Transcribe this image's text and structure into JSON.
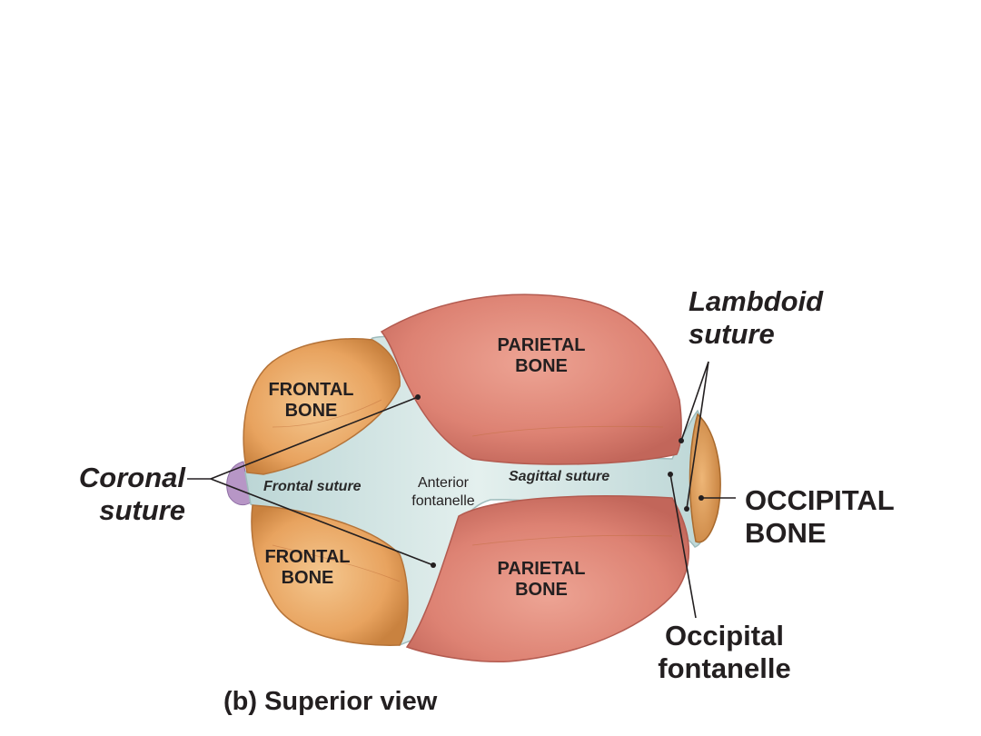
{
  "diagram": {
    "labels": {
      "frontal_bone_upper": "FRONTAL\nBONE",
      "frontal_bone_lower": "FRONTAL\nBONE",
      "parietal_bone_upper": "PARIETAL\nBONE",
      "parietal_bone_lower": "PARIETAL\nBONE",
      "frontal_suture": "Frontal suture",
      "anterior_fontanelle": "Anterior\nfontanelle",
      "sagittal_suture": "Sagittal suture",
      "coronal_suture": "Coronal\nsuture",
      "lambdoid_suture": "Lambdoid\nsuture",
      "occipital_bone": "OCCIPITAL\nBONE",
      "occipital_fontanelle": "Occipital\nfontanelle"
    },
    "caption": "(b) Superior view"
  },
  "colors": {
    "frontal_bone": "#e8a35f",
    "parietal_bone": "#dd8273",
    "suture_membrane": "#cfe3e2",
    "occipital_bone": "#e3a060",
    "label_text": "#231f20"
  }
}
